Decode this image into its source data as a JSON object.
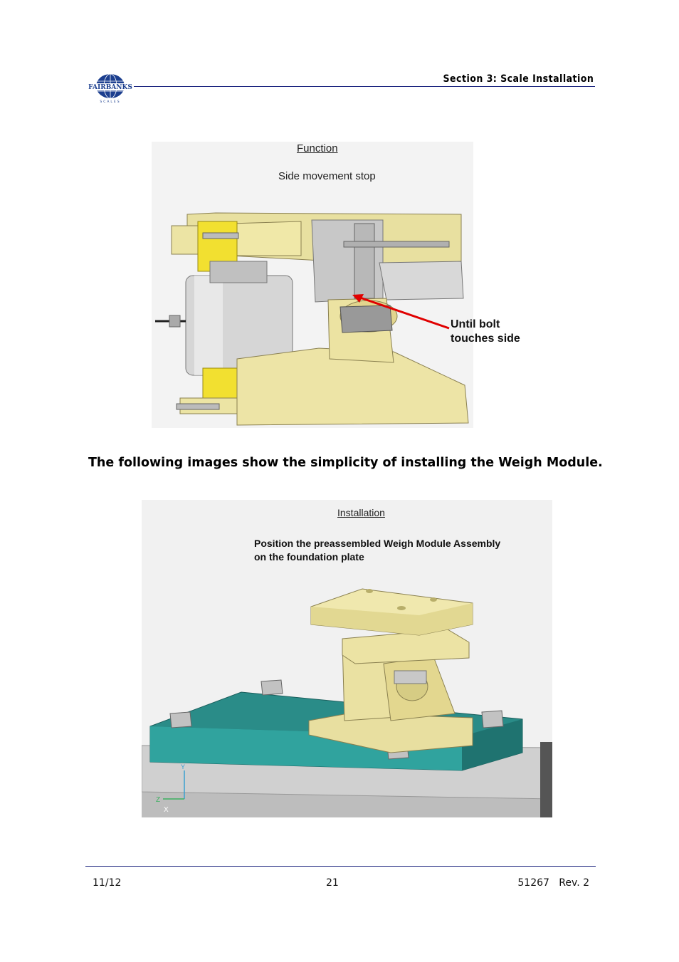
{
  "header": {
    "logo_text": "FAIRBANKS",
    "logo_subtext": "SCALES",
    "section_title": "Section 3:  Scale Installation"
  },
  "figure1": {
    "title": "Function",
    "subtitle": "Side movement stop",
    "annotation_line1": "Until bolt",
    "annotation_line2": "touches side"
  },
  "body": {
    "text": "The following images show the simplicity of installing the Weigh Module."
  },
  "figure2": {
    "title": "Installation",
    "subtitle_line1": "Position the preassembled Weigh Module Assembly",
    "subtitle_line2": "on the foundation plate",
    "axis_labels": [
      "Y",
      "Z",
      "X"
    ]
  },
  "footer": {
    "date": "11/12",
    "page": "21",
    "doc_rev": "51267   Rev. 2"
  }
}
